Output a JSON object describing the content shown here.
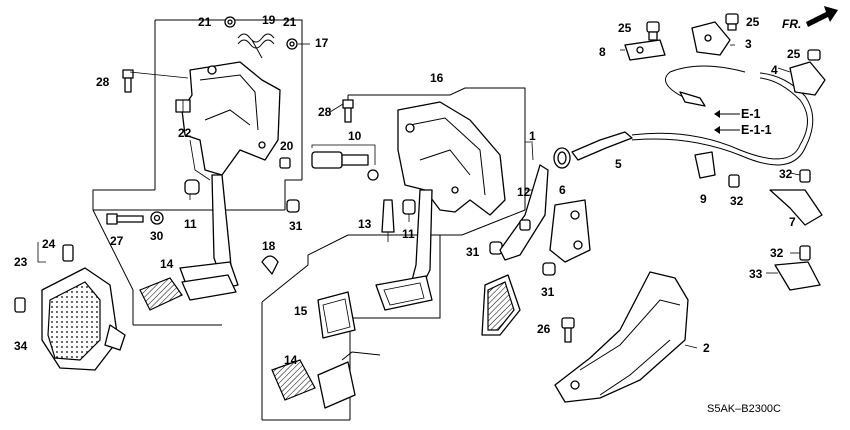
{
  "callouts": [
    {
      "id": "c-21a",
      "text": "21"
    },
    {
      "id": "c-19",
      "text": "19"
    },
    {
      "id": "c-21b",
      "text": "21"
    },
    {
      "id": "c-17",
      "text": "17"
    },
    {
      "id": "c-28a",
      "text": "28"
    },
    {
      "id": "c-22",
      "text": "22"
    },
    {
      "id": "c-20",
      "text": "20"
    },
    {
      "id": "c-11a",
      "text": "11"
    },
    {
      "id": "c-27",
      "text": "27"
    },
    {
      "id": "c-30",
      "text": "30"
    },
    {
      "id": "c-31a",
      "text": "31"
    },
    {
      "id": "c-18",
      "text": "18"
    },
    {
      "id": "c-14a",
      "text": "14"
    },
    {
      "id": "c-24",
      "text": "24"
    },
    {
      "id": "c-23",
      "text": "23"
    },
    {
      "id": "c-34",
      "text": "34"
    },
    {
      "id": "c-16",
      "text": "16"
    },
    {
      "id": "c-28b",
      "text": "28"
    },
    {
      "id": "c-10",
      "text": "10"
    },
    {
      "id": "c-13",
      "text": "13"
    },
    {
      "id": "c-11b",
      "text": "11"
    },
    {
      "id": "c-31b",
      "text": "31"
    },
    {
      "id": "c-15",
      "text": "15"
    },
    {
      "id": "c-14b",
      "text": "14"
    },
    {
      "id": "c-1",
      "text": "1"
    },
    {
      "id": "c-12",
      "text": "12"
    },
    {
      "id": "c-6",
      "text": "6"
    },
    {
      "id": "c-5",
      "text": "5"
    },
    {
      "id": "c-31c",
      "text": "31"
    },
    {
      "id": "c-26",
      "text": "26"
    },
    {
      "id": "c-2",
      "text": "2"
    },
    {
      "id": "c-25a",
      "text": "25"
    },
    {
      "id": "c-25b",
      "text": "25"
    },
    {
      "id": "c-8",
      "text": "8"
    },
    {
      "id": "c-3",
      "text": "3"
    },
    {
      "id": "c-25c",
      "text": "25"
    },
    {
      "id": "c-4",
      "text": "4"
    },
    {
      "id": "c-9",
      "text": "9"
    },
    {
      "id": "c-32a",
      "text": "32"
    },
    {
      "id": "c-32b",
      "text": "32"
    },
    {
      "id": "c-7",
      "text": "7"
    },
    {
      "id": "c-32c",
      "text": "32"
    },
    {
      "id": "c-33",
      "text": "33"
    }
  ],
  "refs": {
    "e1": "E-1",
    "e11": "E-1-1"
  },
  "direction": {
    "label": "FR."
  },
  "diagram_code": "S5AK–B2300C"
}
